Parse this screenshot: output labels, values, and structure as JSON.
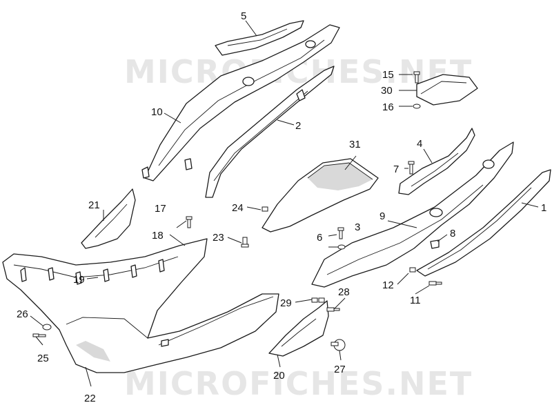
{
  "watermark": {
    "text": "MICROFICHES.NET"
  },
  "callouts": {
    "p1": "1",
    "p2": "2",
    "p3": "3",
    "p4": "4",
    "p5": "5",
    "p6": "6",
    "p7": "7",
    "p8": "8",
    "p9": "9",
    "p10": "10",
    "p11": "11",
    "p12": "12",
    "p15": "15",
    "p16": "16",
    "p17": "17",
    "p18": "18",
    "p19": "19",
    "p20": "20",
    "p21": "21",
    "p22": "22",
    "p23": "23",
    "p24": "24",
    "p25": "25",
    "p26": "26",
    "p27": "27",
    "p28": "28",
    "p29": "29",
    "p30": "30",
    "p31": "31"
  },
  "colors": {
    "line": "#1a1a1a",
    "watermark": "#e6e6e6",
    "background": "#ffffff"
  }
}
